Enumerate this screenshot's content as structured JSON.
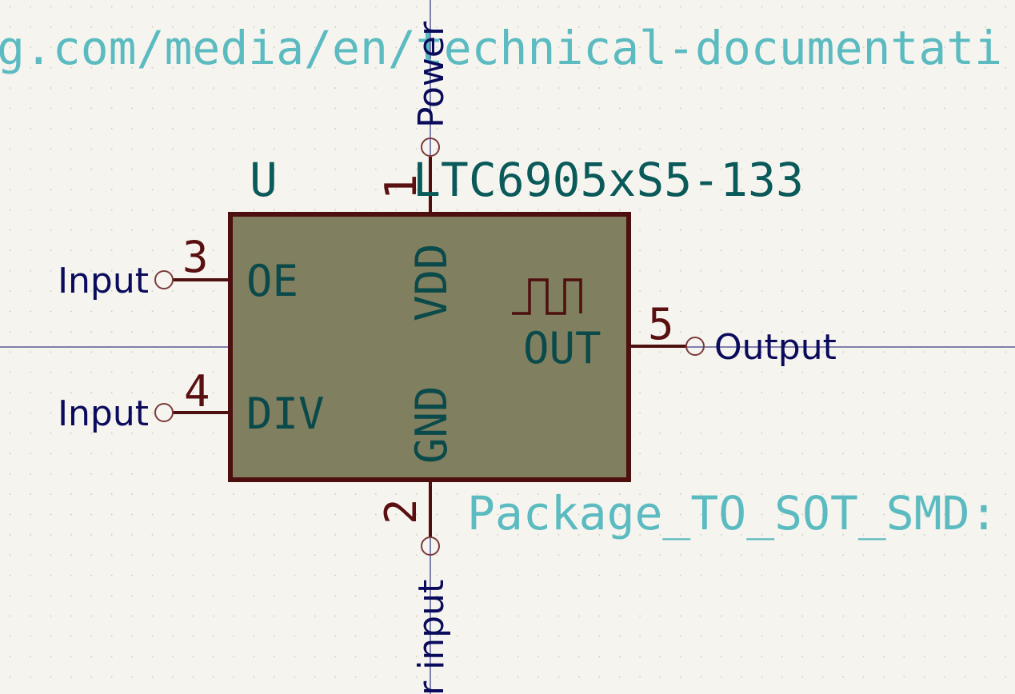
{
  "component": {
    "reference": "U",
    "value": "LTC6905xS5-133",
    "footprint": "Package_TO_SOT_SMD:",
    "datasheet": "g.com/media/en/technical-documentati",
    "pins": [
      {
        "number": "1",
        "name": "VDD",
        "electrical_type": "Power"
      },
      {
        "number": "2",
        "name": "GND",
        "electrical_type": "r input"
      },
      {
        "number": "3",
        "name": "OE",
        "electrical_type": "Input"
      },
      {
        "number": "4",
        "name": "DIV",
        "electrical_type": "Input"
      },
      {
        "number": "5",
        "name": "OUT",
        "electrical_type": "Output"
      }
    ]
  },
  "colors": {
    "background": "#f5f4ef",
    "body_fill": "#807f5f",
    "body_outline": "#4e0f0f",
    "pin_line": "#4e0f0f",
    "pin_number": "#5a1010",
    "pin_name": "#0b4a4a",
    "field_text": "#0b5a5a",
    "hidden_field_text": "#5bbbc0",
    "electrical_type_text": "#0b0b5c",
    "crosshair": "#0b0b6e",
    "grid_dot": "#c9c9c0"
  }
}
